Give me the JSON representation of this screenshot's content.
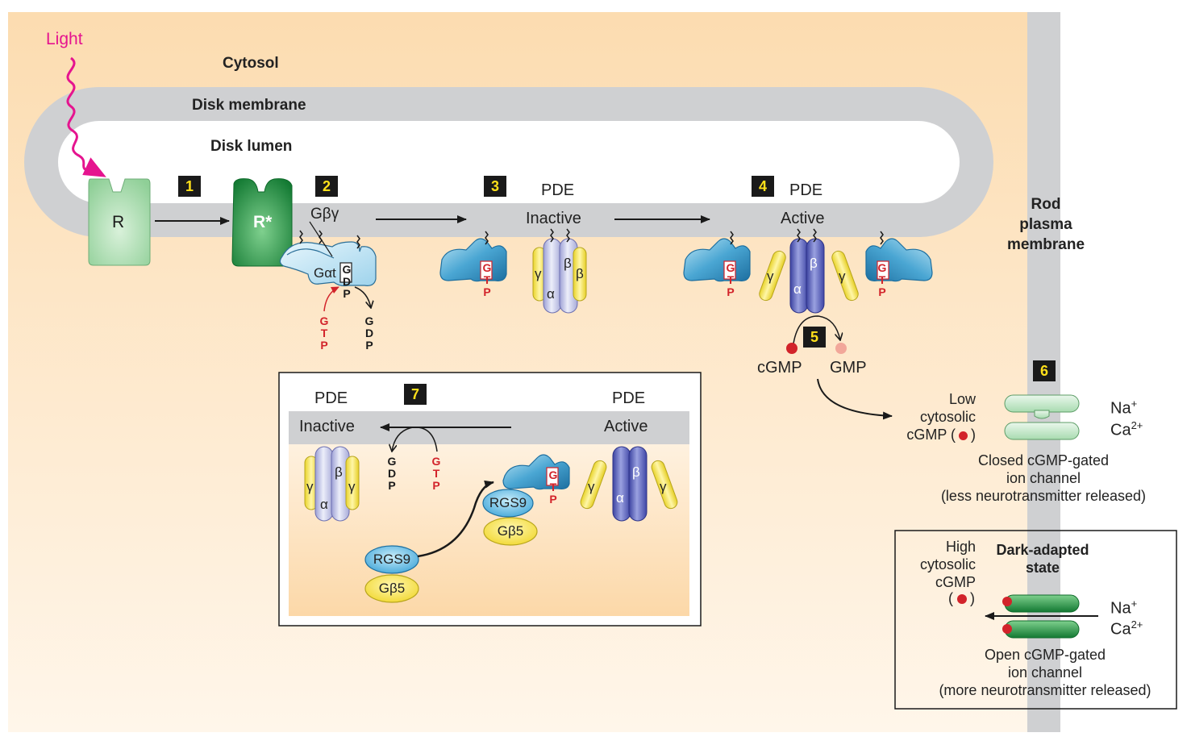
{
  "labels": {
    "light": "Light",
    "cytosol": "Cytosol",
    "disk_membrane": "Disk membrane",
    "disk_lumen": "Disk lumen",
    "rod_plasma_membrane": [
      "Rod",
      "plasma",
      "membrane"
    ],
    "r": "R",
    "r_star": "R*",
    "g_beta_gamma": "Gβγ",
    "g_alpha_t": "Gαt",
    "pde": "PDE",
    "inactive": "Inactive",
    "active": "Active",
    "cgmp": "cGMP",
    "gmp": "GMP",
    "rgs9": "RGS9",
    "gbeta5": "Gβ5",
    "alpha": "α",
    "beta": "β",
    "gamma": "γ",
    "gtp_letters": [
      "G",
      "T",
      "P"
    ],
    "gdp_letters": [
      "G",
      "D",
      "P"
    ],
    "low_cgmp": [
      "Low",
      "cytosolic",
      "cGMP ("
    ],
    "closed_channel": [
      "Closed cGMP-gated",
      "ion channel",
      "(less neurotransmitter released)"
    ],
    "high_cgmp": [
      "High",
      "cytosolic",
      "cGMP"
    ],
    "dark_adapted": [
      "Dark-adapted",
      "state"
    ],
    "open_channel": [
      "Open cGMP-gated",
      "ion channel",
      "(more neurotransmitter released)"
    ],
    "na": "Na",
    "na_sup": "+",
    "ca": "Ca",
    "ca_sup": "2+",
    "paren_close": ")",
    "paren_open": "("
  },
  "steps": [
    "1",
    "2",
    "3",
    "4",
    "5",
    "6",
    "7"
  ],
  "colors": {
    "background_gradient_from": "#fbd9ab",
    "background_gradient_to": "#fff3e3",
    "membrane": "#cfd0d2",
    "light_arrow": "#e5148f",
    "rhodopsin_inactive": "#9fd6a4",
    "rhodopsin_active": "#1e8a3c",
    "g_protein": "#5aaed6",
    "pde_inactive": "#c8c9ea",
    "pde_active": "#5b63b8",
    "gamma_subunit": "#f6e85c",
    "cgmp_dot": "#d2232a",
    "gmp_dot": "#f2a79a",
    "channel_closed": "#b7e1bd",
    "channel_open": "#1f8f3f",
    "step_box": "#1a1a1a",
    "step_text": "#ffe01a",
    "gtp_text": "#d2232a"
  },
  "icons": [
    "wavy-light-arrow",
    "lipid-anchor-icon",
    "reaction-arrow"
  ]
}
